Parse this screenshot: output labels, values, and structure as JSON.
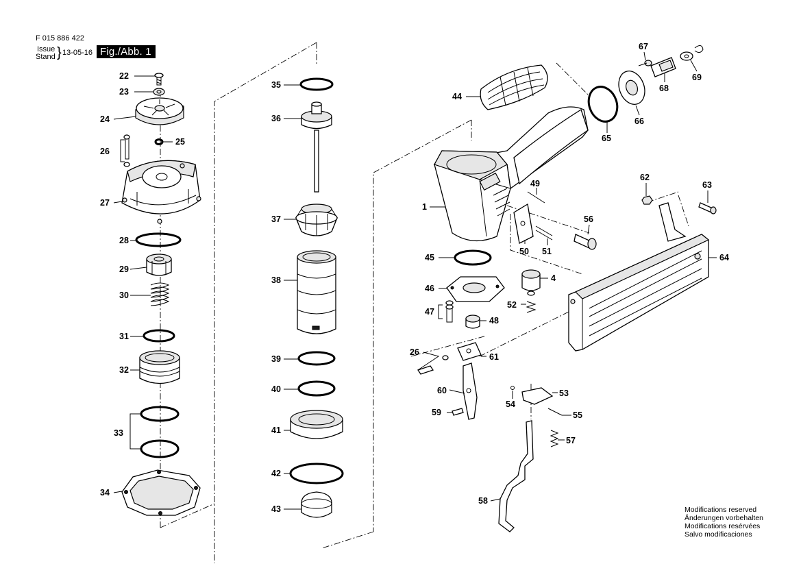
{
  "header": {
    "doc_number": "F 015 886 422",
    "issue_label": "Issue",
    "stand_label": "Stand",
    "date": "13-05-16",
    "figure": "Fig./Abb. 1"
  },
  "notes": [
    "Modifications reserved",
    "Änderungen vorbehalten",
    "Modifications resérvées",
    "Salvo modificaciones"
  ],
  "labels": {
    "p1": "1",
    "p4": "4",
    "p22": "22",
    "p23": "23",
    "p24": "24",
    "p25": "25",
    "p26a": "26",
    "p26b": "26",
    "p27": "27",
    "p28": "28",
    "p29": "29",
    "p30": "30",
    "p31": "31",
    "p32": "32",
    "p33": "33",
    "p34": "34",
    "p35": "35",
    "p36": "36",
    "p37": "37",
    "p38": "38",
    "p39": "39",
    "p40": "40",
    "p41": "41",
    "p42": "42",
    "p43": "43",
    "p44": "44",
    "p45": "45",
    "p46": "46",
    "p47": "47",
    "p48": "48",
    "p49": "49",
    "p50": "50",
    "p51": "51",
    "p52": "52",
    "p53": "53",
    "p54": "54",
    "p55": "55",
    "p56": "56",
    "p57": "57",
    "p58": "58",
    "p59": "59",
    "p60": "60",
    "p61": "61",
    "p62": "62",
    "p63": "63",
    "p64": "64",
    "p65": "65",
    "p66": "66",
    "p67": "67",
    "p68": "68",
    "p69": "69"
  }
}
